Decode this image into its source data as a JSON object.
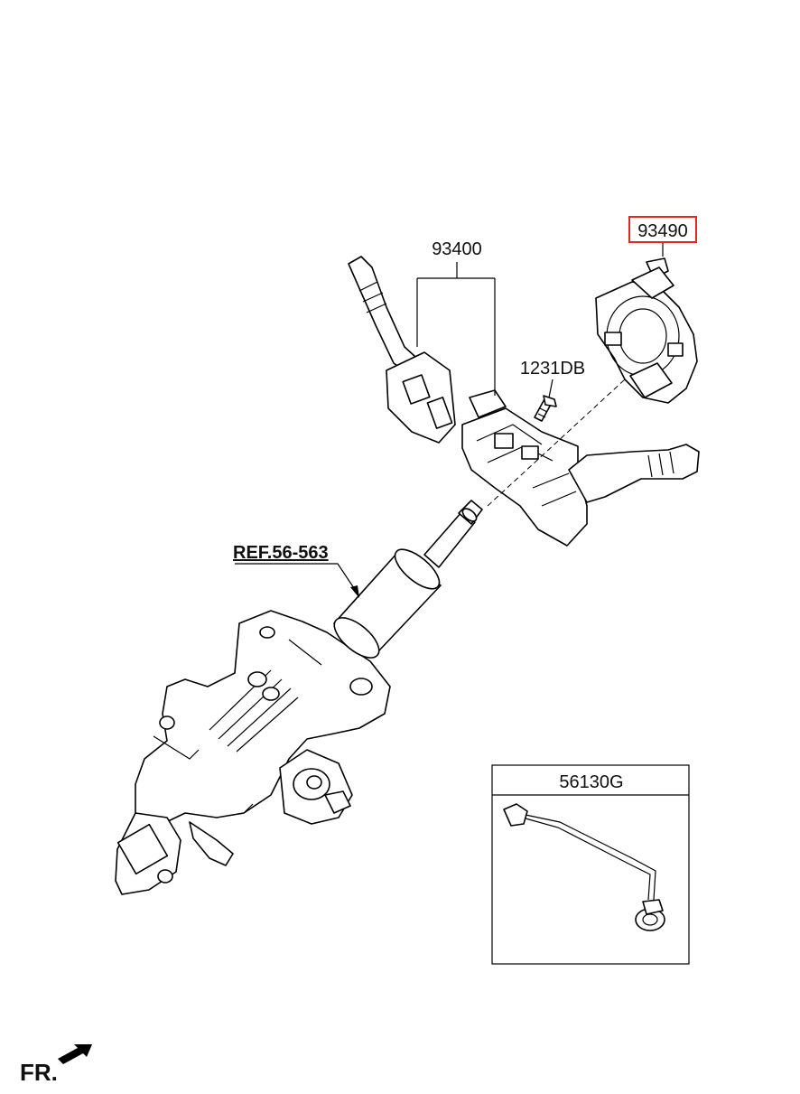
{
  "labels": {
    "part_93400": "93400",
    "part_93490": "93490",
    "part_1231DB": "1231DB",
    "ref": "REF.56-563",
    "part_56130G": "56130G",
    "fr": "FR."
  },
  "colors": {
    "highlight_box": "#e0281e",
    "line": "#000000"
  }
}
